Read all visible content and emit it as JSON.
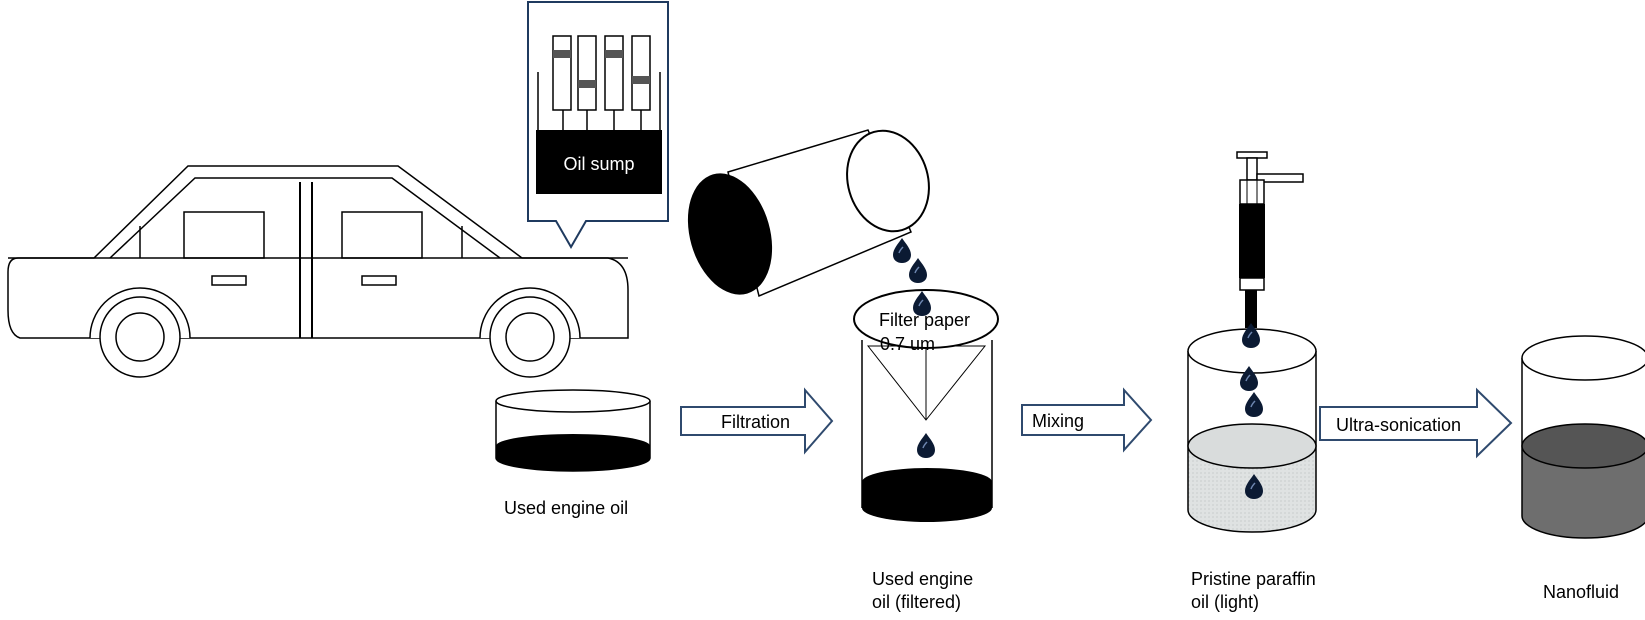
{
  "inset": {
    "label": "Oil sump"
  },
  "labels": {
    "used_oil": "Used  engine oil",
    "filtered_line1": "Used engine",
    "filtered_line2": "oil (filtered)",
    "paraffin_line1": "Pristine paraffin",
    "paraffin_line2": "oil (light)",
    "nanofluid": "Nanofluid"
  },
  "filter": {
    "line1": "Filter paper",
    "line2": "0.7 um"
  },
  "steps": [
    {
      "label": "Filtration"
    },
    {
      "label": "Mixing"
    },
    {
      "label": "Ultra-sonication"
    }
  ],
  "colors": {
    "arrow_stroke": "#2f4a6e",
    "inset_stroke": "#1f3a5f",
    "oil": "#000000",
    "paraffin_mix": "#d9dcdc",
    "nanofluid": "#6e6e6e",
    "drop": "#0b1a33"
  }
}
